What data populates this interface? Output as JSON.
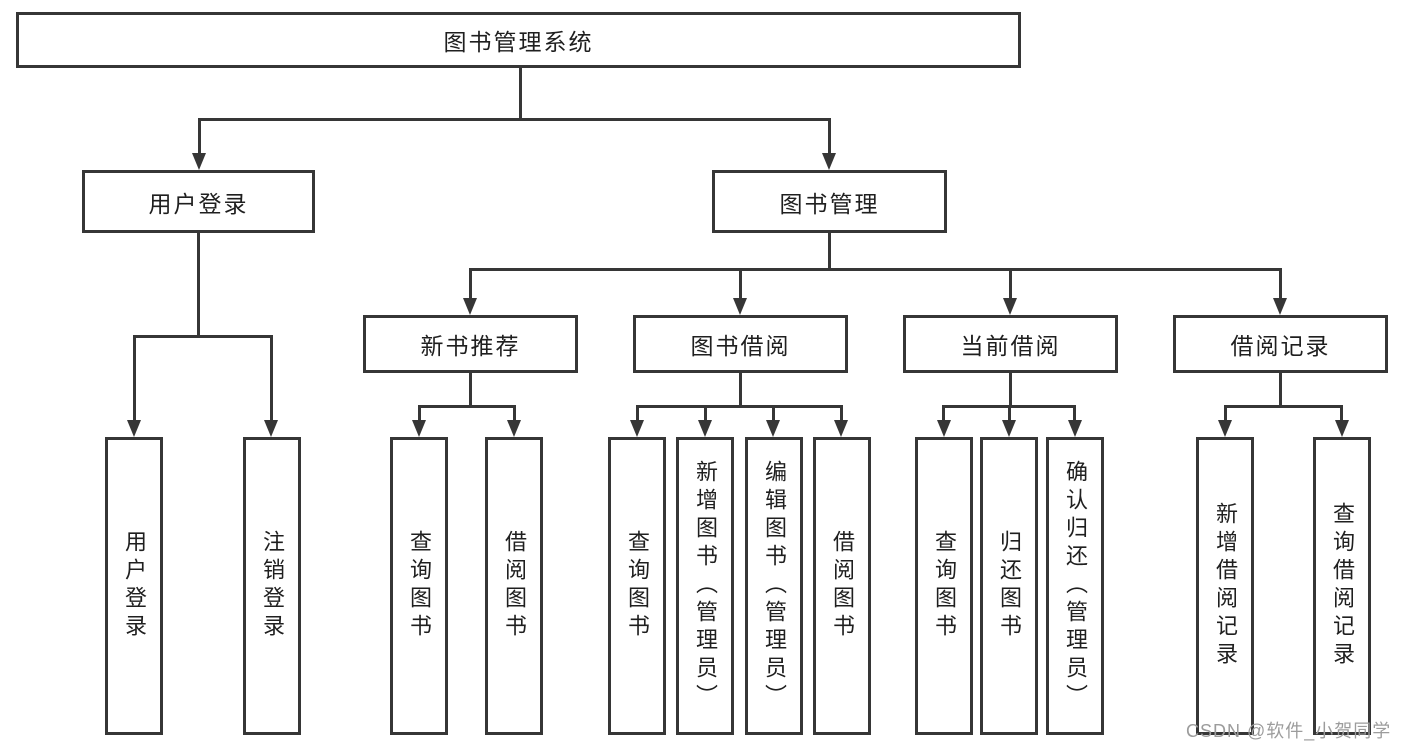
{
  "tree": {
    "label": "图书管理系统",
    "children": [
      {
        "label": "用户登录",
        "children": [
          {
            "label": "用户登录"
          },
          {
            "label": "注销登录"
          }
        ]
      },
      {
        "label": "图书管理",
        "children": [
          {
            "label": "新书推荐",
            "children": [
              {
                "label": "查询图书"
              },
              {
                "label": "借阅图书"
              }
            ]
          },
          {
            "label": "图书借阅",
            "children": [
              {
                "label": "查询图书"
              },
              {
                "label": "新增图书（管理员）"
              },
              {
                "label": "编辑图书（管理员）"
              },
              {
                "label": "借阅图书"
              }
            ]
          },
          {
            "label": "当前借阅",
            "children": [
              {
                "label": "查询图书"
              },
              {
                "label": "归还图书"
              },
              {
                "label": "确认归还（管理员）"
              }
            ]
          },
          {
            "label": "借阅记录",
            "children": [
              {
                "label": "新增借阅记录"
              },
              {
                "label": "查询借阅记录"
              }
            ]
          }
        ]
      }
    ]
  },
  "watermark": {
    "text": "CSDN @软件_小贺同学"
  },
  "colors": {
    "line": "#363636",
    "text": "#1f1f1f",
    "watermark": "#9c9c9c",
    "background": "#ffffff"
  }
}
